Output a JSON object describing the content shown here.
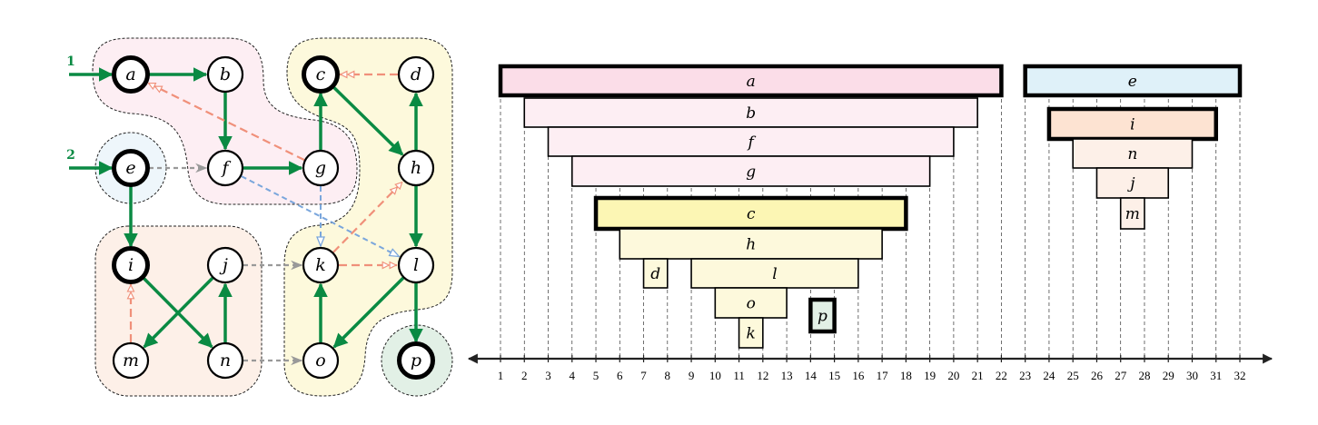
{
  "graph": {
    "nodes": [
      "a",
      "b",
      "c",
      "d",
      "e",
      "f",
      "g",
      "h",
      "i",
      "j",
      "k",
      "l",
      "m",
      "n",
      "o",
      "p"
    ],
    "roots": [
      "a",
      "c",
      "e",
      "i",
      "p"
    ],
    "start_labels": [
      {
        "label": "1",
        "target": "a"
      },
      {
        "label": "2",
        "target": "e"
      }
    ],
    "edges": [
      {
        "from": "a",
        "to": "b",
        "type": "tree"
      },
      {
        "from": "b",
        "to": "f",
        "type": "tree"
      },
      {
        "from": "f",
        "to": "g",
        "type": "tree"
      },
      {
        "from": "g",
        "to": "c",
        "type": "tree"
      },
      {
        "from": "c",
        "to": "h",
        "type": "tree"
      },
      {
        "from": "h",
        "to": "d",
        "type": "tree"
      },
      {
        "from": "h",
        "to": "l",
        "type": "tree"
      },
      {
        "from": "l",
        "to": "o",
        "type": "tree"
      },
      {
        "from": "o",
        "to": "k",
        "type": "tree"
      },
      {
        "from": "l",
        "to": "p",
        "type": "tree"
      },
      {
        "from": "e",
        "to": "i",
        "type": "tree"
      },
      {
        "from": "i",
        "to": "n",
        "type": "tree"
      },
      {
        "from": "n",
        "to": "j",
        "type": "tree"
      },
      {
        "from": "j",
        "to": "m",
        "type": "tree"
      },
      {
        "from": "g",
        "to": "a",
        "type": "back"
      },
      {
        "from": "d",
        "to": "c",
        "type": "back"
      },
      {
        "from": "k",
        "to": "h",
        "type": "back"
      },
      {
        "from": "k",
        "to": "l",
        "type": "back"
      },
      {
        "from": "m",
        "to": "i",
        "type": "back"
      },
      {
        "from": "f",
        "to": "l",
        "type": "forward"
      },
      {
        "from": "g",
        "to": "k",
        "type": "forward"
      },
      {
        "from": "e",
        "to": "f",
        "type": "cross"
      },
      {
        "from": "j",
        "to": "k",
        "type": "cross"
      },
      {
        "from": "n",
        "to": "o",
        "type": "cross"
      }
    ],
    "colors": {
      "tree": "#0a8a43",
      "back": "#f0907a",
      "forward": "#7aa6dc",
      "cross": "#999999"
    }
  },
  "timeline": {
    "axis_min": 1,
    "axis_max": 32,
    "intervals": [
      {
        "label": "a",
        "start": 1,
        "end": 22,
        "root": true,
        "color": "#fbdde8"
      },
      {
        "label": "b",
        "start": 2,
        "end": 21,
        "root": false,
        "color": "#fdeef3"
      },
      {
        "label": "f",
        "start": 3,
        "end": 20,
        "root": false,
        "color": "#fdeef3"
      },
      {
        "label": "g",
        "start": 4,
        "end": 19,
        "root": false,
        "color": "#fdeef3"
      },
      {
        "label": "c",
        "start": 5,
        "end": 18,
        "root": true,
        "color": "#fcf6b4"
      },
      {
        "label": "h",
        "start": 6,
        "end": 17,
        "root": false,
        "color": "#fdf9dc"
      },
      {
        "label": "d",
        "start": 7,
        "end": 8,
        "root": false,
        "color": "#fdf9dc"
      },
      {
        "label": "l",
        "start": 9,
        "end": 16,
        "root": false,
        "color": "#fdf9dc"
      },
      {
        "label": "o",
        "start": 10,
        "end": 13,
        "root": false,
        "color": "#fdf9dc"
      },
      {
        "label": "k",
        "start": 11,
        "end": 12,
        "root": false,
        "color": "#fdf9dc"
      },
      {
        "label": "p",
        "start": 14,
        "end": 15,
        "root": true,
        "color": "#e2f0e6"
      },
      {
        "label": "e",
        "start": 23,
        "end": 32,
        "root": true,
        "color": "#dff1f9"
      },
      {
        "label": "i",
        "start": 24,
        "end": 31,
        "root": true,
        "color": "#fde3d2"
      },
      {
        "label": "n",
        "start": 25,
        "end": 30,
        "root": false,
        "color": "#fdf0e8"
      },
      {
        "label": "j",
        "start": 26,
        "end": 29,
        "root": false,
        "color": "#fdf0e8"
      },
      {
        "label": "m",
        "start": 27,
        "end": 28,
        "root": false,
        "color": "#fdf0e8"
      }
    ]
  }
}
